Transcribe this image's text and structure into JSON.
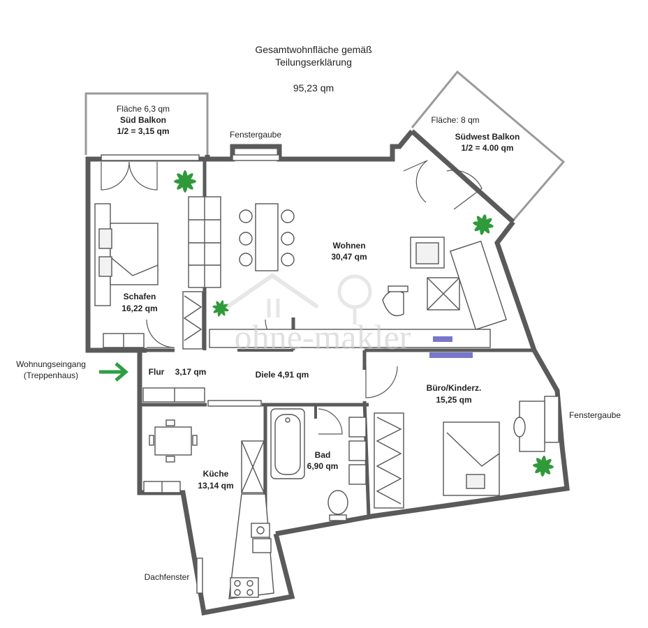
{
  "header": {
    "line1": "Gesamtwohnfläche gemäß",
    "line2": "Teilungserklärung",
    "total": "95,23 qm"
  },
  "rooms": {
    "sued_balkon": {
      "line1": "Fläche 6,3 qm",
      "line2": "Süd Balkon",
      "line3": "1/2 = 3,15 qm"
    },
    "suedwest_balkon": {
      "line1": "Fläche: 8 qm",
      "line2": "Südwest Balkon",
      "line3": "1/2 = 4.00 qm"
    },
    "wohnen": {
      "name": "Wohnen",
      "area": "30,47 qm"
    },
    "schafen": {
      "name": "Schafen",
      "area": "16,22 qm"
    },
    "flur": {
      "name": "Flur",
      "area": "3,17 qm"
    },
    "diele": {
      "name": "Diele 4,91 qm"
    },
    "buero": {
      "name": "Büro/Kinderz.",
      "area": "15,25 qm"
    },
    "bad": {
      "name": "Bad",
      "area": "6,90 qm"
    },
    "kueche": {
      "name": "Küche",
      "area": "13,14 qm"
    }
  },
  "labels": {
    "fenstergaube_top": "Fenstergaube",
    "fenstergaube_right": "Fenstergaube",
    "dachfenster": "Dachfenster",
    "entrance_line1": "Wohnungseingang",
    "entrance_line2": "(Treppenhaus)"
  },
  "watermark": {
    "text": "ohne-makler"
  },
  "colors": {
    "wall": "#5a5a5a",
    "entrance_arrow": "#2e9e44",
    "plant": "#2f9a3a",
    "accent_bar": "#7777cc"
  },
  "icons": [
    "entrance-arrow-icon",
    "plant-icon",
    "house-watermark-icon",
    "tree-watermark-icon"
  ]
}
